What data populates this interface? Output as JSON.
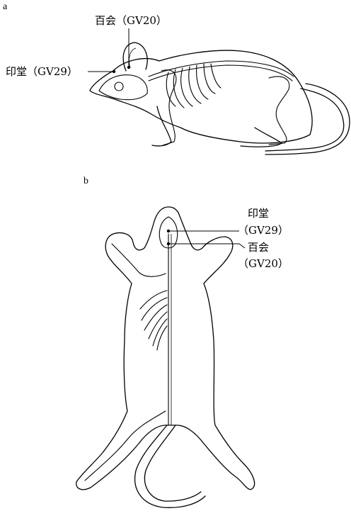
{
  "panel_a": {
    "letter": "a",
    "acupoint_baihui": "百会（GV20）",
    "acupoint_yintang": "印堂（GV29）"
  },
  "panel_b": {
    "letter": "b",
    "yintang_name": "印堂",
    "yintang_code": "（GV29）",
    "baihui_name": "百会",
    "baihui_code": "（GV20）"
  }
}
